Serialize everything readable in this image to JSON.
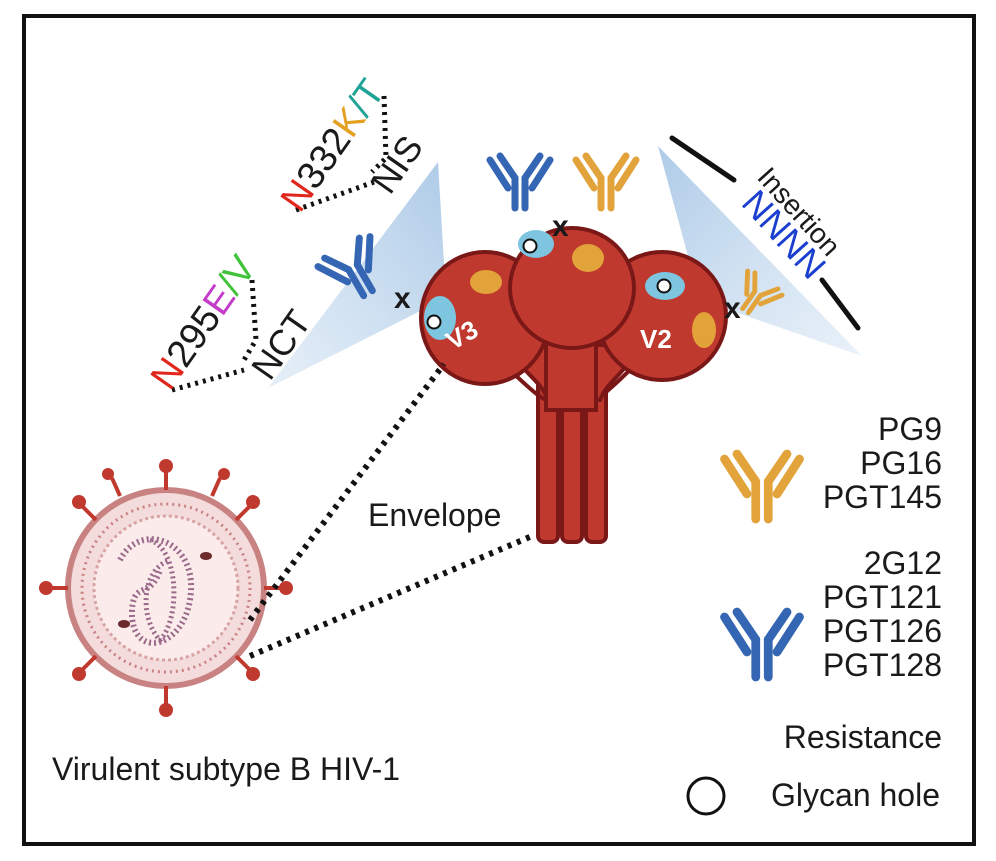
{
  "colors": {
    "envelope": "#c0392f",
    "envelope_dark": "#7a1717",
    "gold": "#e3a33b",
    "blue": "#3566b3",
    "glycan_patch": "#7ec5e0",
    "label_red": "#e1261c",
    "label_magenta": "#c43bc9",
    "label_green": "#40c23a",
    "label_orange": "#e4a021",
    "label_teal": "#1ea396",
    "label_blue": "#1b3fcf",
    "cone": "#b8d2ea"
  },
  "left_top_label": {
    "n": "N",
    "num": "332",
    "k": "K",
    "slash": "/",
    "t": "T",
    "seq": "NIS"
  },
  "left_bottom_label": {
    "n": "N",
    "num": "295",
    "e": "E",
    "slash": "/",
    "v": "V",
    "seq": "NCT"
  },
  "insertion": {
    "title": "Insertion",
    "seq": "NNNN"
  },
  "regions": {
    "v3": "V3",
    "v2": "V2"
  },
  "block_mark": "x",
  "envelope_label": "Envelope",
  "virus_label": "Virulent subtype B HIV-1",
  "legend": {
    "gold_antibodies": [
      "PG9",
      "PG16",
      "PGT145"
    ],
    "blue_antibodies": [
      "2G12",
      "PGT121",
      "PGT126",
      "PGT128"
    ],
    "resistance": "Resistance",
    "glycan_hole": "Glycan hole"
  },
  "icons": [
    "antibody-icon",
    "glycan-hole-icon",
    "virion-icon",
    "envelope-trimer-icon"
  ]
}
